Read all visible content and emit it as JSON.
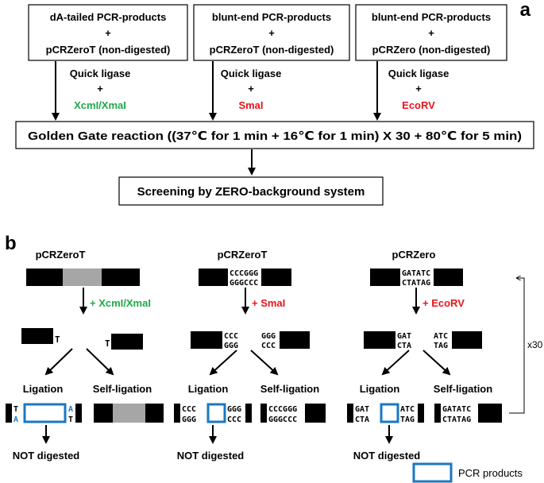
{
  "panel_a": {
    "label": "a",
    "boxes": [
      {
        "line1": "dA-tailed PCR-products",
        "plus": "+",
        "line2": "pCRZeroT (non-digested)"
      },
      {
        "line1": "blunt-end PCR-products",
        "plus": "+",
        "line2": "pCRZeroT (non-digested)"
      },
      {
        "line1": "blunt-end PCR-products",
        "plus": "+",
        "line2": "pCRZero (non-digested)"
      }
    ],
    "ligase_label": "Quick ligase",
    "plus": "+",
    "enzymes": [
      "XcmI/XmaI",
      "SmaI",
      "EcoRV"
    ],
    "golden_gate": "Golden Gate reaction ((37℃ for 1 min + 16℃ for 1 min) X 30 + 80℃ for 5 min)",
    "screening": "Screening by ZERO-background system"
  },
  "panel_b": {
    "label": "b",
    "columns": [
      {
        "vector": "pCRZeroT",
        "enzyme": "+ XcmI/XmaI",
        "insert_top": "",
        "insert_bottom": "",
        "cut_left_top": "",
        "cut_left_bottom": "T",
        "cut_right_top": "T",
        "cut_right_bottom": "",
        "ligation": "Ligation",
        "self_ligation": "Self-ligation",
        "lig_left_top": "T",
        "lig_left_bottom": "A",
        "lig_right_top": "A",
        "lig_right_bottom": "T",
        "self_top": "",
        "self_bottom": "",
        "result": "NOT digested"
      },
      {
        "vector": "pCRZeroT",
        "enzyme": "+ SmaI",
        "insert_top": "CCCGGG",
        "insert_bottom": "GGGCCC",
        "cut_left_top": "CCC",
        "cut_left_bottom": "GGG",
        "cut_right_top": "GGG",
        "cut_right_bottom": "CCC",
        "ligation": "Ligation",
        "self_ligation": "Self-ligation",
        "lig_left_top": "CCC",
        "lig_left_bottom": "GGG",
        "lig_right_top": "GGG",
        "lig_right_bottom": "CCC",
        "self_top": "CCCGGG",
        "self_bottom": "GGGCCC",
        "result": "NOT digested"
      },
      {
        "vector": "pCRZero",
        "enzyme": "+ EcoRV",
        "insert_top": "GATATC",
        "insert_bottom": "CTATAG",
        "cut_left_top": "GAT",
        "cut_left_bottom": "CTA",
        "cut_right_top": "ATC",
        "cut_right_bottom": "TAG",
        "ligation": "Ligation",
        "self_ligation": "Self-ligation",
        "lig_left_top": "GAT",
        "lig_left_bottom": "CTA",
        "lig_right_top": "ATC",
        "lig_right_bottom": "TAG",
        "self_top": "GATATC",
        "self_bottom": "CTATAG",
        "result": "NOT digested"
      }
    ],
    "cycle_label": "x30",
    "legend_label": "PCR products"
  },
  "colors": {
    "green": "#1faa4a",
    "red": "#e8151b",
    "blue": "#1a78c2",
    "black": "#000000",
    "gray": "#a6a6a6"
  }
}
